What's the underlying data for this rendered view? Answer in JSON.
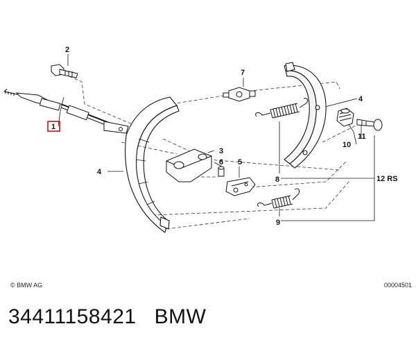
{
  "labels": {
    "l1": "1",
    "l2": "2",
    "l3": "3",
    "l4a": "4",
    "l4b": "4",
    "l5": "5",
    "l6": "6",
    "l7": "7",
    "l8": "8",
    "l9": "9",
    "l10": "10",
    "l11": "11",
    "l12": "12 RS"
  },
  "copyright": "© BMW AG",
  "image_code": "00004501",
  "part_number": "34411158421",
  "brand": "BMW",
  "colors": {
    "highlight": "#cc0000",
    "line": "#111111"
  }
}
